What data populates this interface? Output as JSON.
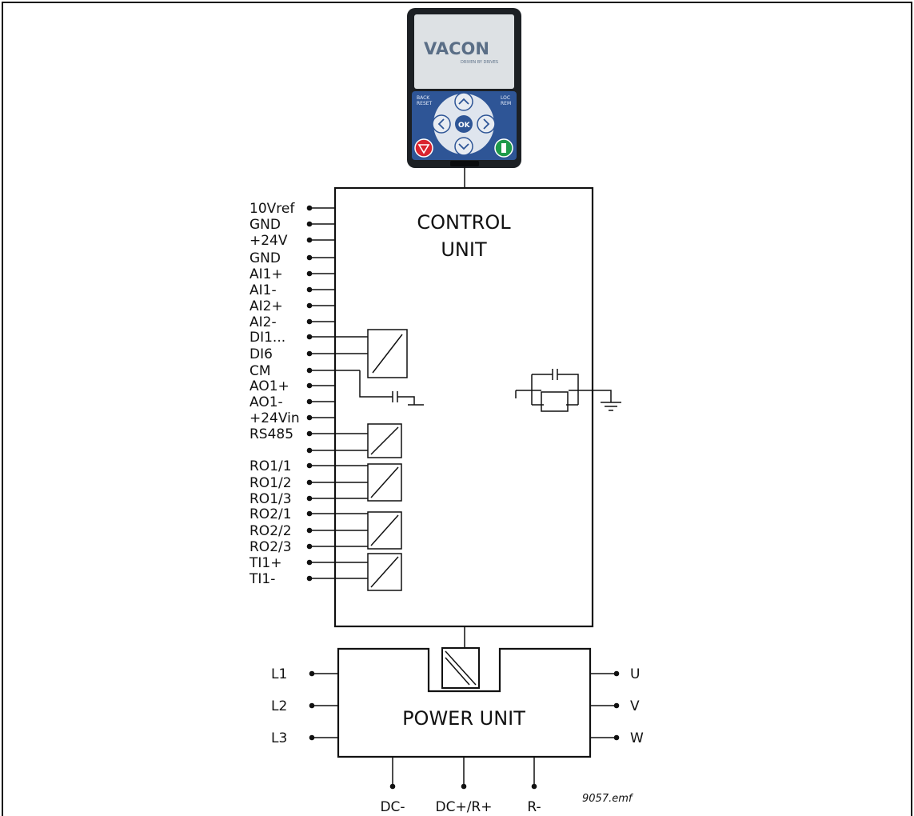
{
  "keypad": {
    "logo": "VACON",
    "tagline": "DRIVEN BY DRIVES",
    "back_label_1": "BACK",
    "back_label_2": "RESET",
    "loc_label_1": "LOC",
    "loc_label_2": "REM",
    "ok_label": "OK"
  },
  "control_unit": {
    "title_line1": "CONTROL",
    "title_line2": "UNIT"
  },
  "power_unit": {
    "title": "POWER UNIT"
  },
  "control_terminals": [
    "10Vref",
    "GND",
    "+24V",
    "GND",
    "AI1+",
    "AI1-",
    "AI2+",
    "AI2-",
    "DI1...",
    "DI6",
    "CM",
    "AO1+",
    "AO1-",
    "+24Vin",
    "RS485",
    "",
    "RO1/1",
    "RO1/2",
    "RO1/3",
    "RO2/1",
    "RO2/2",
    "RO2/3",
    "TI1+",
    "TI1-"
  ],
  "power_inputs": [
    "L1",
    "L2",
    "L3"
  ],
  "power_outputs": [
    "U",
    "V",
    "W"
  ],
  "dc_terminals": [
    "DC-",
    "DC+/R+",
    "R-"
  ],
  "filename": "9057.emf",
  "colors": {
    "keypad_body": "#1c2024",
    "keypad_panel": "#2e5596",
    "stop_button": "#d9232e",
    "start_button": "#1e9a4a",
    "screen": "#dde1e4"
  }
}
